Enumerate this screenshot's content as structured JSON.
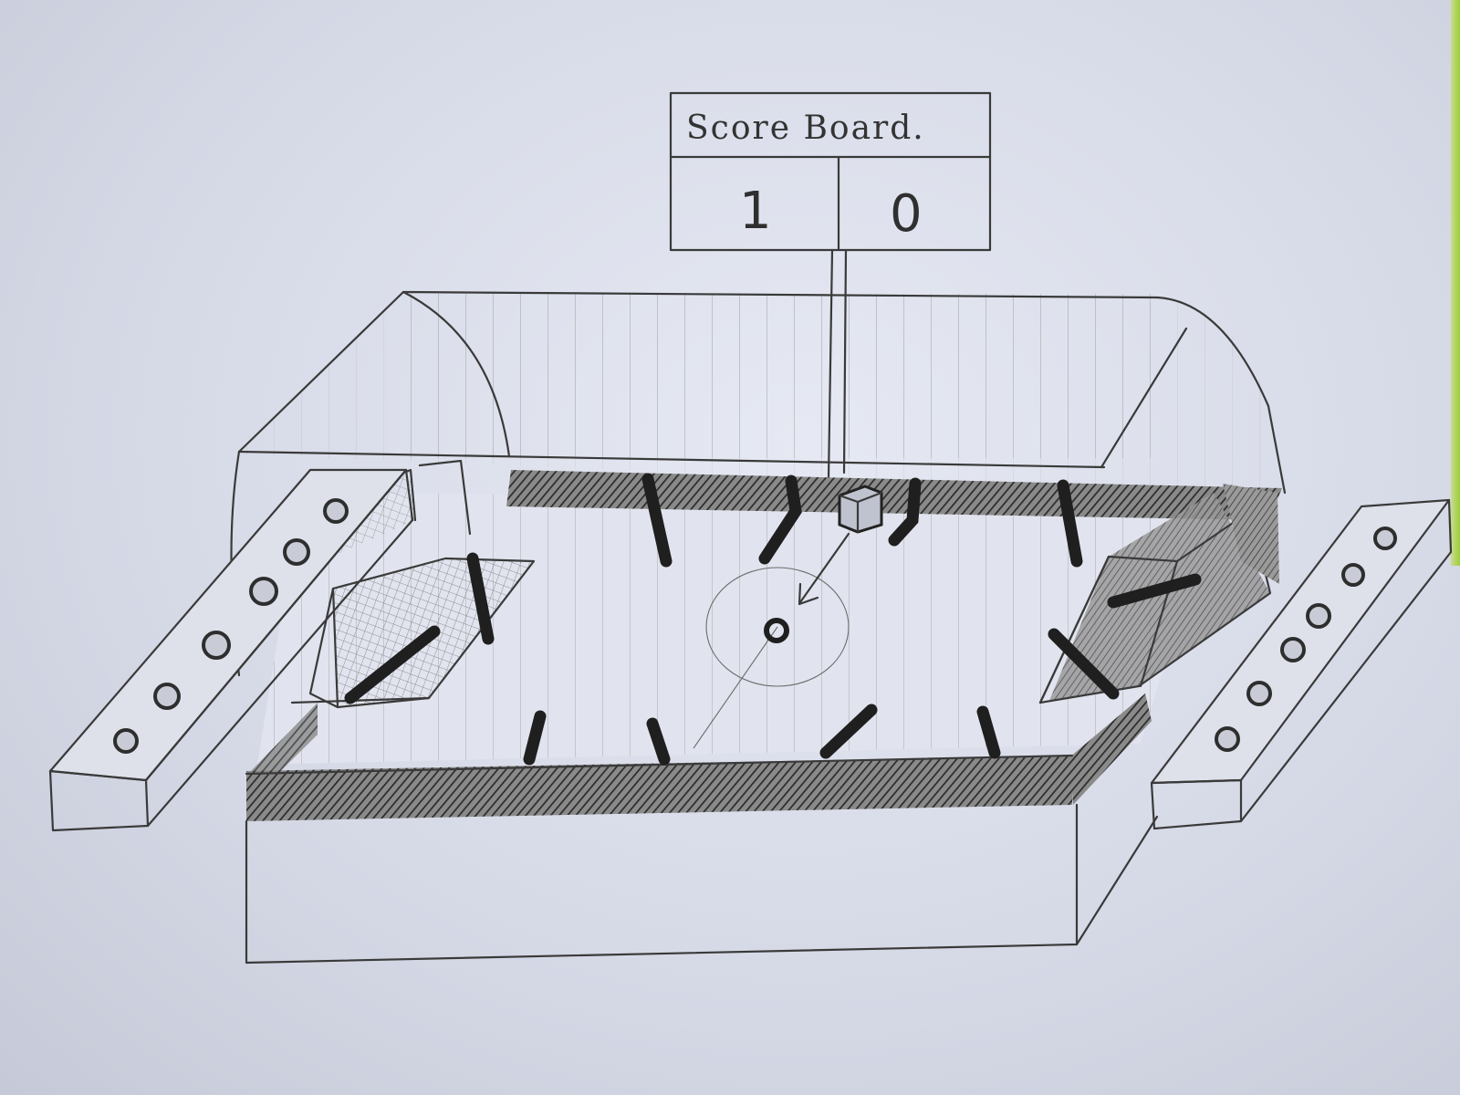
{
  "scoreboard": {
    "title": "Score Board.",
    "score_left": "1",
    "score_right": "0"
  },
  "colors": {
    "paper": "#dde0eb",
    "pencil": "#3a3a3a",
    "shading": "#555555",
    "edge_strip": "#9ccd3c"
  },
  "icons": [
    "ball-icon",
    "launcher-cube-icon",
    "center-circle-icon",
    "goal-net-icon",
    "control-rod-icon"
  ]
}
